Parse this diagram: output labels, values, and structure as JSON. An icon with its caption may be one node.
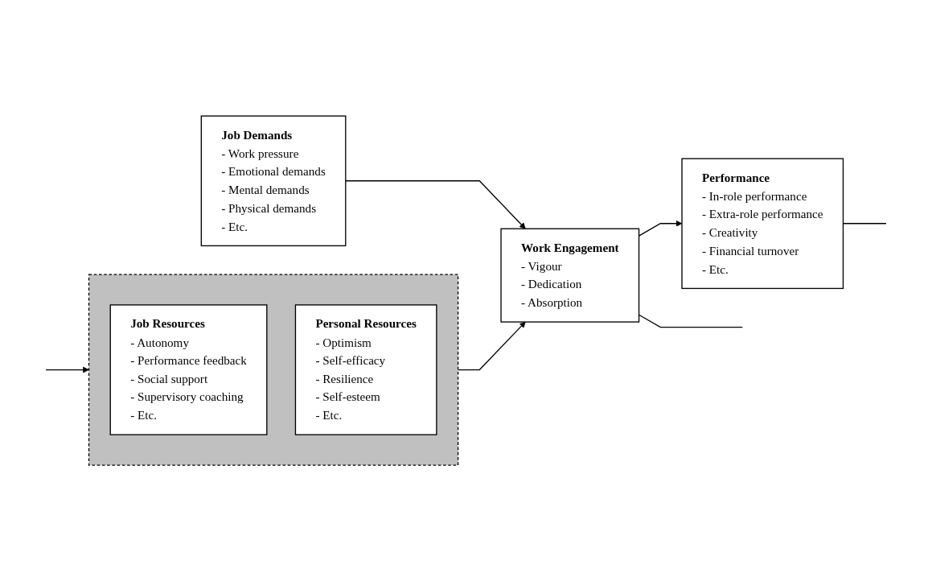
{
  "diagram": {
    "nodes": [
      {
        "text": [],
        "shape": "box"
      },
      {
        "text": [
          "Job Resources",
          "- Autonomy",
          "- Performance feedback",
          "- Social support",
          "- Supervisory coaching",
          "- Etc."
        ],
        "in": 0
      },
      {
        "text": [
          "Personal Resources",
          "- Optimism",
          "- Self-efficacy",
          "- Resilience",
          "- Self-esteem",
          "- Etc."
        ],
        "in": 0
      },
      {
        "text": [
          "Job Demands",
          "- Work pressure",
          "- Emotional demands",
          "- Mental demands",
          "- Physical demands",
          "- Etc."
        ]
      },
      {
        "text": [
          "Work Engagement",
          "- Vigour",
          "- Dedication",
          "- Absorption"
        ]
      },
      {
        "text": [
          "Performance",
          "- In-role performance",
          "- Extra-role performance",
          "- Creativity",
          "- Financial turnover",
          "- Etc."
        ]
      }
    ],
    "edges": [
      {
        "from": 0,
        "to": 4,
        "arrow": "to"
      },
      {
        "from": 3,
        "to": 4,
        "arrow": "to"
      },
      {
        "from": 4,
        "to": 5,
        "arrow": "to"
      },
      {
        "from": 4,
        "to": null,
        "arrow": "none"
      },
      {
        "from": 5,
        "to": null,
        "arrow": "none"
      },
      {
        "from": null,
        "to": 0,
        "arrow": "to"
      }
    ]
  }
}
